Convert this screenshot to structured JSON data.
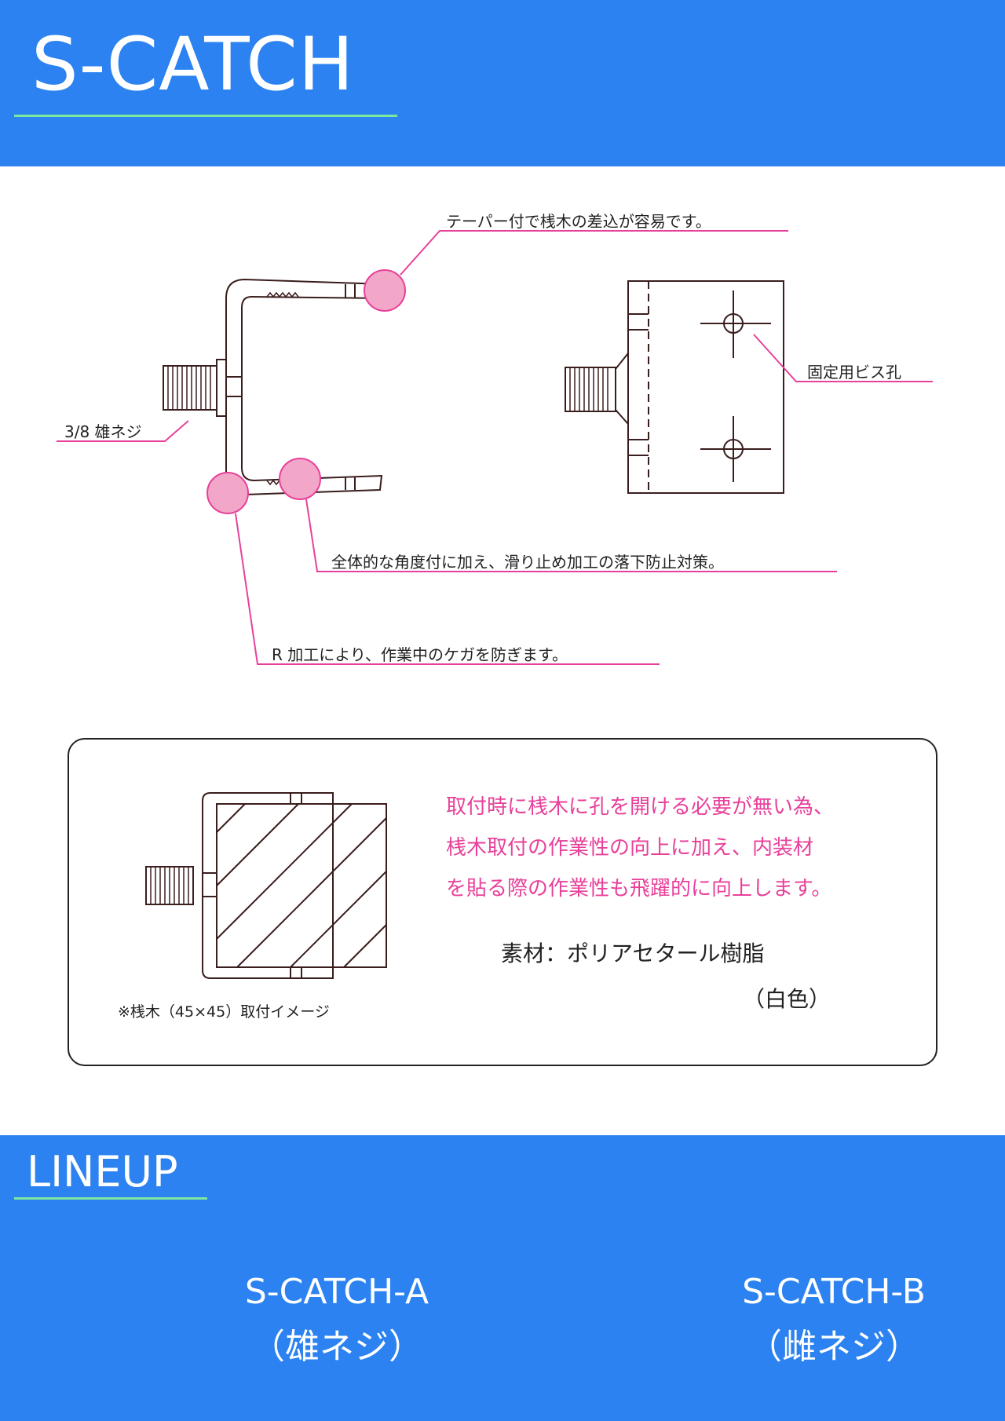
{
  "header": {
    "title": "S-CATCH"
  },
  "callouts": {
    "taper": "テーパー付で桟木の差込が容易です。",
    "screw_hole": "固定用ビス孔",
    "male_screw": "3/8 雄ネジ",
    "anti_slip": "全体的な角度付に加え、滑り止め加工の落下防止対策。",
    "r_process": "R 加工により、作業中のケガを防ぎます。"
  },
  "feature_box": {
    "caption": "※桟木（45×45）取付イメージ",
    "description": [
      "取付時に桟木に孔を開ける必要が無い為、",
      "桟木取付の作業性の向上に加え、内装材",
      "を貼る際の作業性も飛躍的に向上します。"
    ],
    "material": "素材：ポリアセタール樹脂",
    "color_note": "（白色）"
  },
  "lineup": {
    "heading": "LINEUP",
    "products": [
      {
        "name": "S-CATCH-A",
        "type": "（雄ネジ）"
      },
      {
        "name": "S-CATCH-B",
        "type": "（雌ネジ）"
      }
    ]
  },
  "colors": {
    "brand_blue": "#2b82f0",
    "accent_green": "#7fe6a0",
    "pink": "#e8409a",
    "line_brown": "#3a1d1d"
  }
}
